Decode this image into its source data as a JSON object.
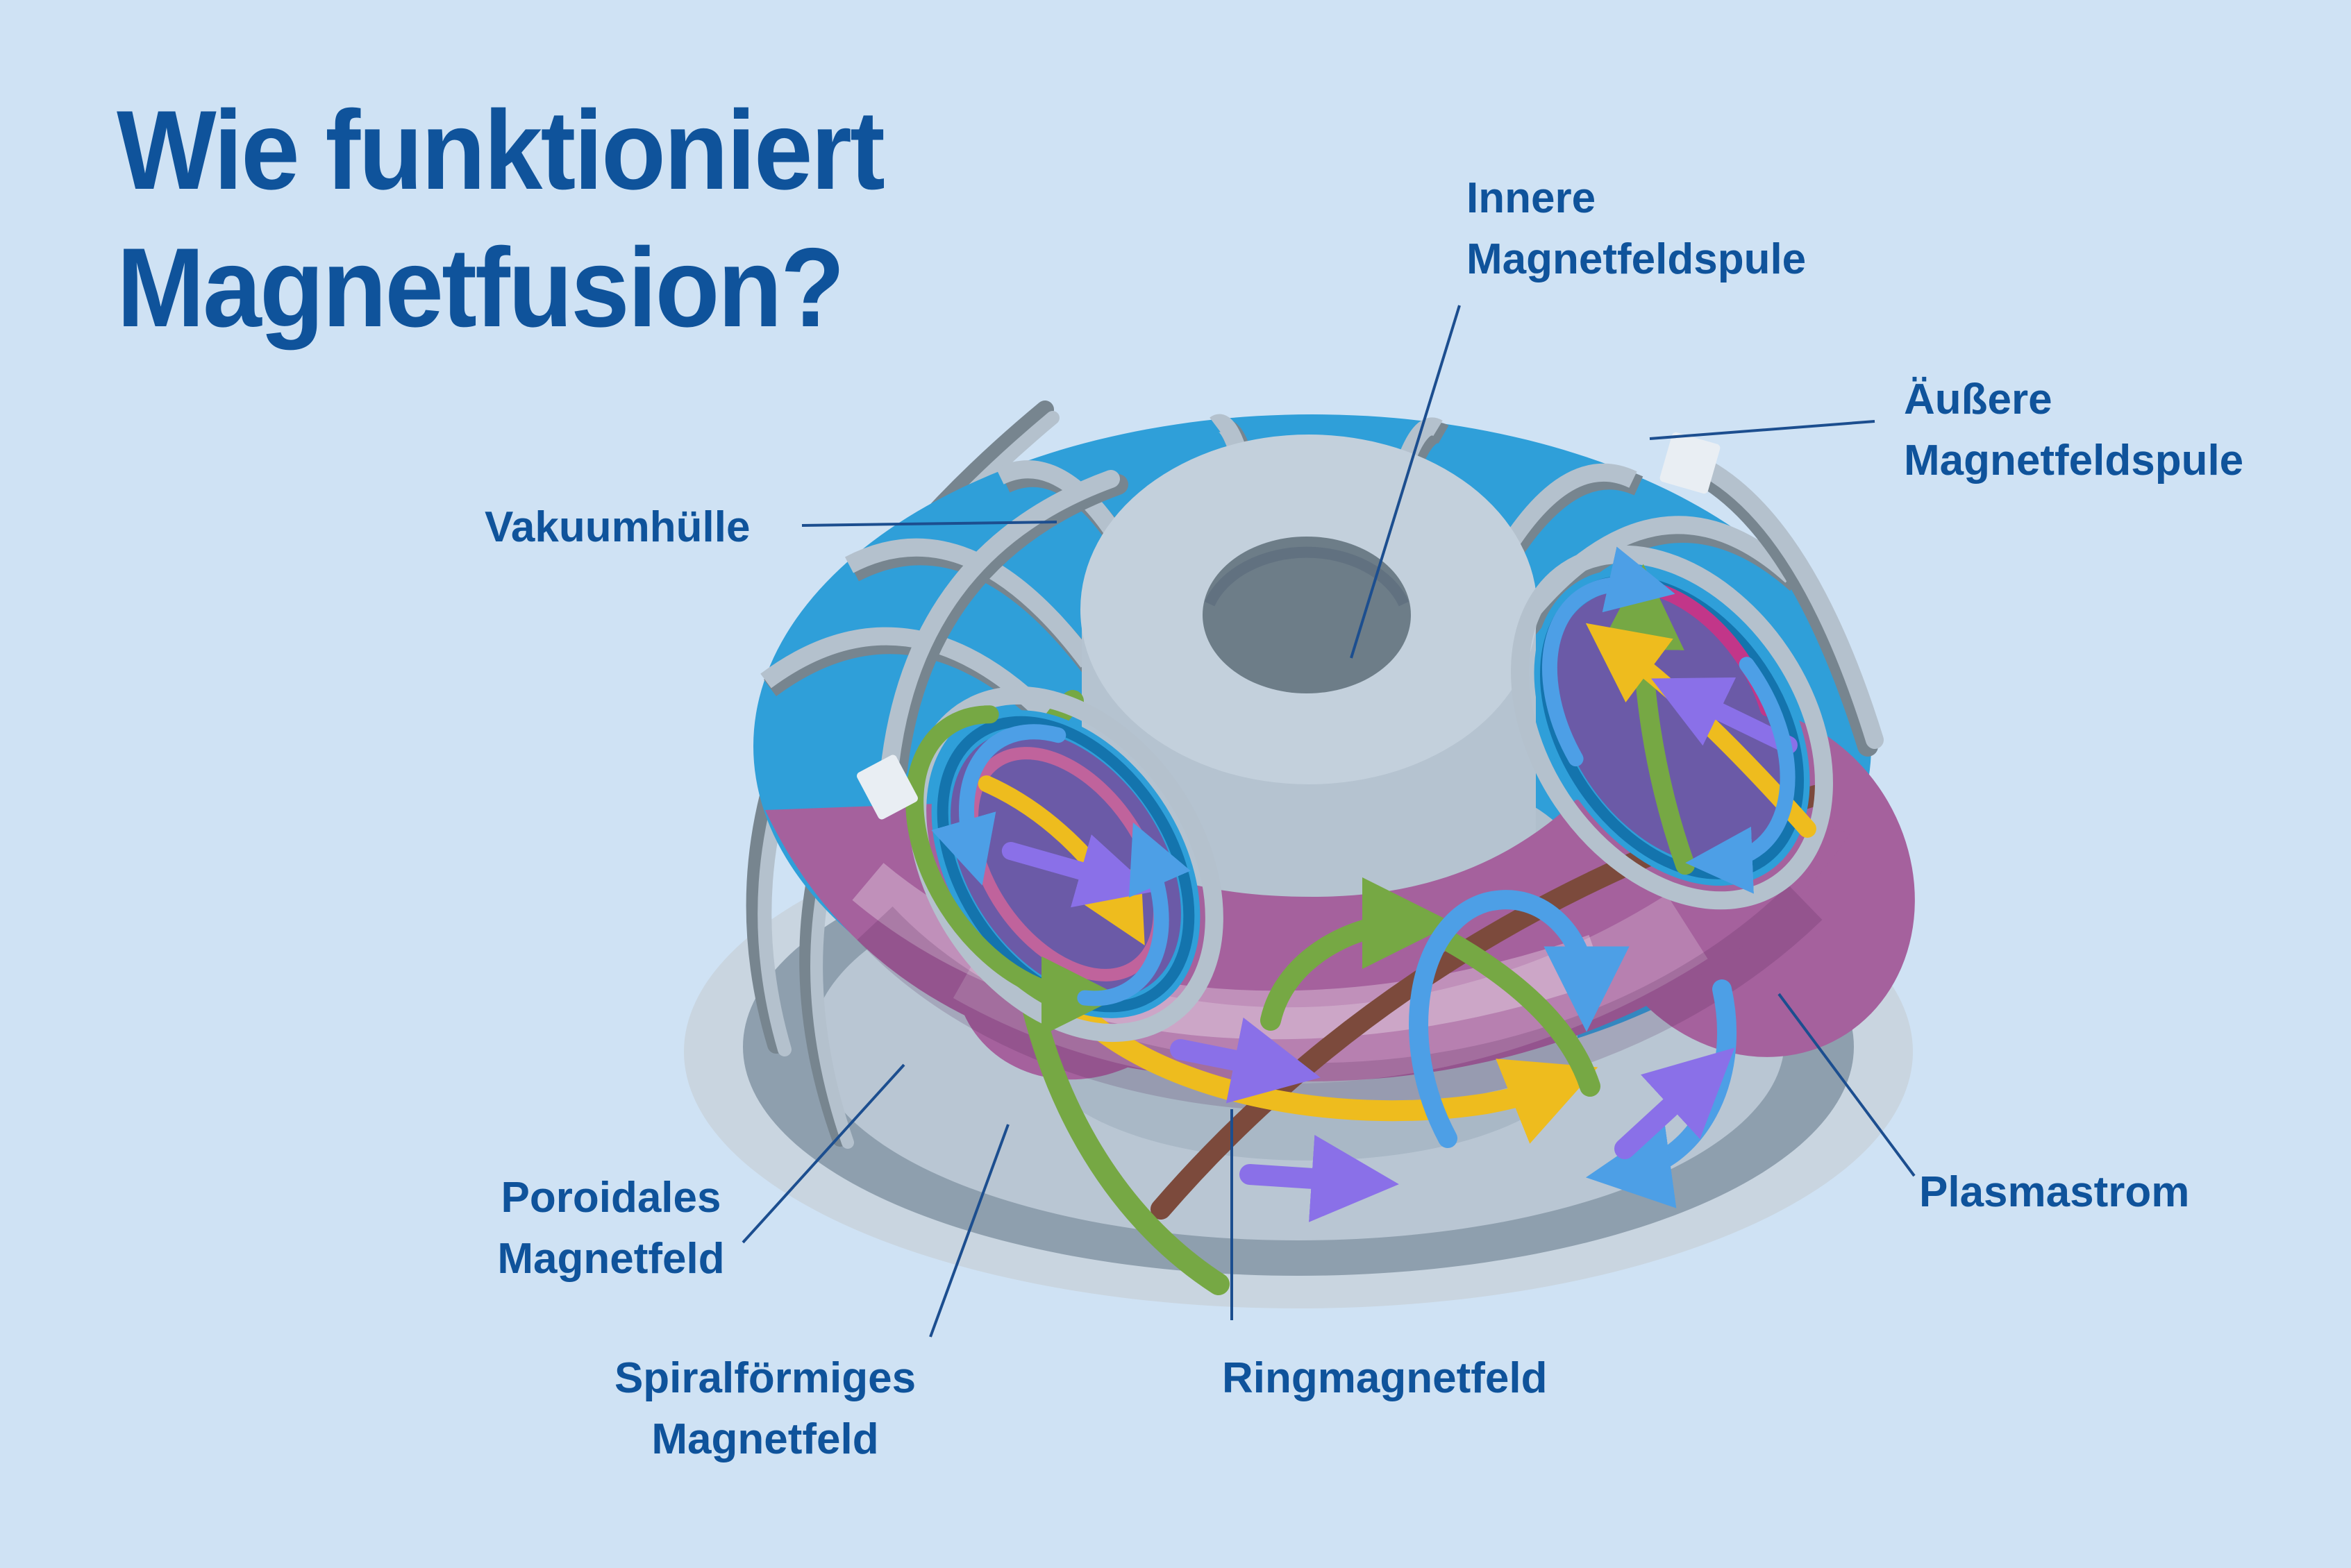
{
  "title": "Wie funktioniert\nMagnetfusion?",
  "labels": {
    "vakuumhuelle": "Vakuumhülle",
    "innere_magnetfeldspule": "Innere\nMagnetfeldspule",
    "aeussere_magnetfeldspule": "Äußere\nMagnetfeldspule",
    "poroidales_magnetfeld": "Poroidales\nMagnetfeld",
    "spiralfoermiges_magnetfeld": "Spiralförmiges\nMagnetfeld",
    "ringmagnetfeld": "Ringmagnetfeld",
    "plasmastrom": "Plasmastrom"
  },
  "colors": {
    "background": "#cfe2f4",
    "text": "#0f539b",
    "leader_line": "#1c4e8f",
    "vacuum_vessel_blue": "#2f9fd9",
    "plasma_pink": "#a5619d",
    "plasma_cross_section_purple": "#6b5aa7",
    "cross_section_pink_ring": "#c0639c",
    "coil_gray_light": "#b4c1cd",
    "coil_gray_dark": "#77858f",
    "central_column_gray": "#b5c3d0",
    "toroidal_field_arrow_yellow": "#eebc1e",
    "poloidal_field_arrow_blue": "#4d9fe6",
    "spiral_field_arrow_green": "#76a844",
    "flow_arrow_purple": "#8a70e8",
    "plasma_current_brown": "#7c4a3c"
  }
}
